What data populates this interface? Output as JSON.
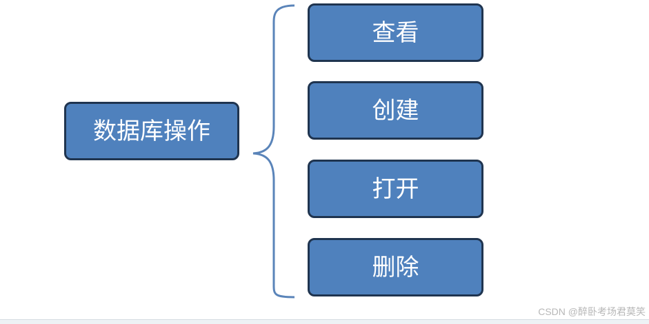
{
  "diagram": {
    "root_label": "数据库操作",
    "children": [
      {
        "label": "查看"
      },
      {
        "label": "创建"
      },
      {
        "label": "打开"
      },
      {
        "label": "删除"
      }
    ]
  },
  "watermark": "CSDN @醉卧考场君莫笑",
  "colors": {
    "node_fill": "#4f81bd",
    "node_border": "#1f344f",
    "brace": "#5a84b9",
    "text": "#ffffff",
    "watermark": "#b7b7b7"
  }
}
